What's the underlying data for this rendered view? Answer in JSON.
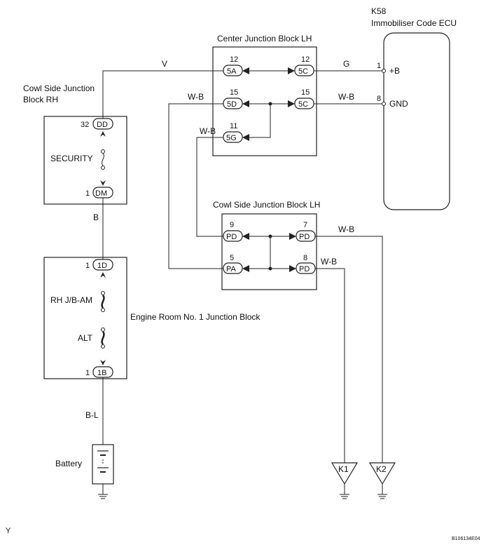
{
  "ecu": {
    "code": "K58",
    "name": "Immobiliser Code ECU",
    "pins": [
      {
        "no": "1",
        "name": "+B"
      },
      {
        "no": "8",
        "name": "GND"
      }
    ]
  },
  "center_jb": {
    "title": "Center Junction Block LH",
    "connectors": [
      {
        "pin": "12",
        "code": "5A"
      },
      {
        "pin": "12",
        "code": "5C"
      },
      {
        "pin": "15",
        "code": "5D"
      },
      {
        "pin": "15",
        "code": "5C"
      },
      {
        "pin": "11",
        "code": "5G"
      }
    ]
  },
  "cowl_rh": {
    "title_line1": "Cowl Side Junction",
    "title_line2": "Block RH",
    "top": {
      "pin": "32",
      "code": "DD"
    },
    "fuse": "SECURITY",
    "bottom": {
      "pin": "1",
      "code": "DM"
    }
  },
  "cowl_lh": {
    "title": "Cowl Side Junction Block LH",
    "connectors": [
      {
        "pin": "9",
        "code": "PD"
      },
      {
        "pin": "7",
        "code": "PD"
      },
      {
        "pin": "5",
        "code": "PA"
      },
      {
        "pin": "8",
        "code": "PD"
      }
    ]
  },
  "engine_jb": {
    "title": "Engine Room No. 1 Junction Block",
    "top": {
      "pin": "1",
      "code": "1D"
    },
    "fuse1": "RH J/B-AM",
    "fuse2": "ALT",
    "bottom": {
      "pin": "1",
      "code": "1B"
    }
  },
  "wires": {
    "v": "V",
    "g": "G",
    "wb1": "W-B",
    "wb2": "W-B",
    "wb3": "W-B",
    "wb4": "W-B",
    "wb5": "W-B",
    "b": "B",
    "bl": "B-L"
  },
  "battery": "Battery",
  "grounds": [
    "K1",
    "K2"
  ],
  "corner_left": "Y",
  "figure_id": "B106134E04"
}
